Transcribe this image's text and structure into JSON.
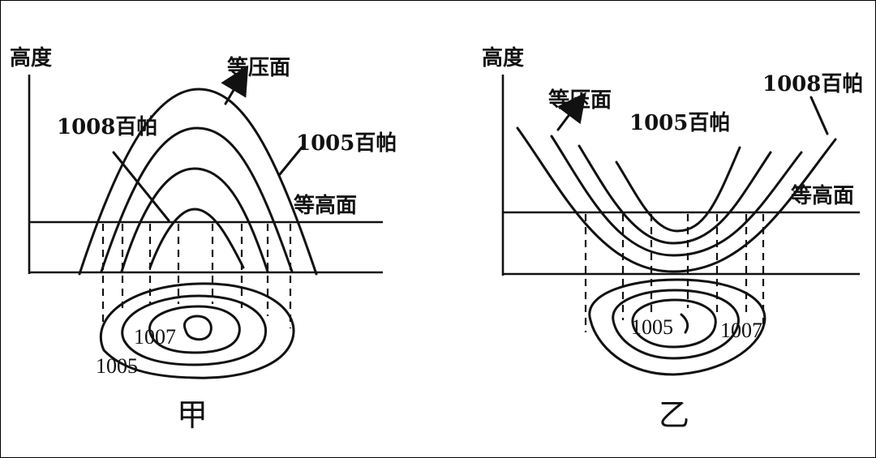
{
  "diagram_jia": {
    "y_axis_label": "高度",
    "isobaric_label": "等压面",
    "pressure_1008_label": "1008百帕",
    "pressure_1005_label": "1005百帕",
    "isoheight_label": "等高面",
    "contour_inner_label": "1007",
    "contour_outer_label": "1005",
    "caption": "甲"
  },
  "diagram_yi": {
    "y_axis_label": "高度",
    "isobaric_label": "等压面",
    "pressure_1005_label": "1005百帕",
    "pressure_1008_label": "1008百帕",
    "isoheight_label": "等高面",
    "contour_inner_label": "1005",
    "contour_outer_label": "1007",
    "caption": "乙"
  }
}
